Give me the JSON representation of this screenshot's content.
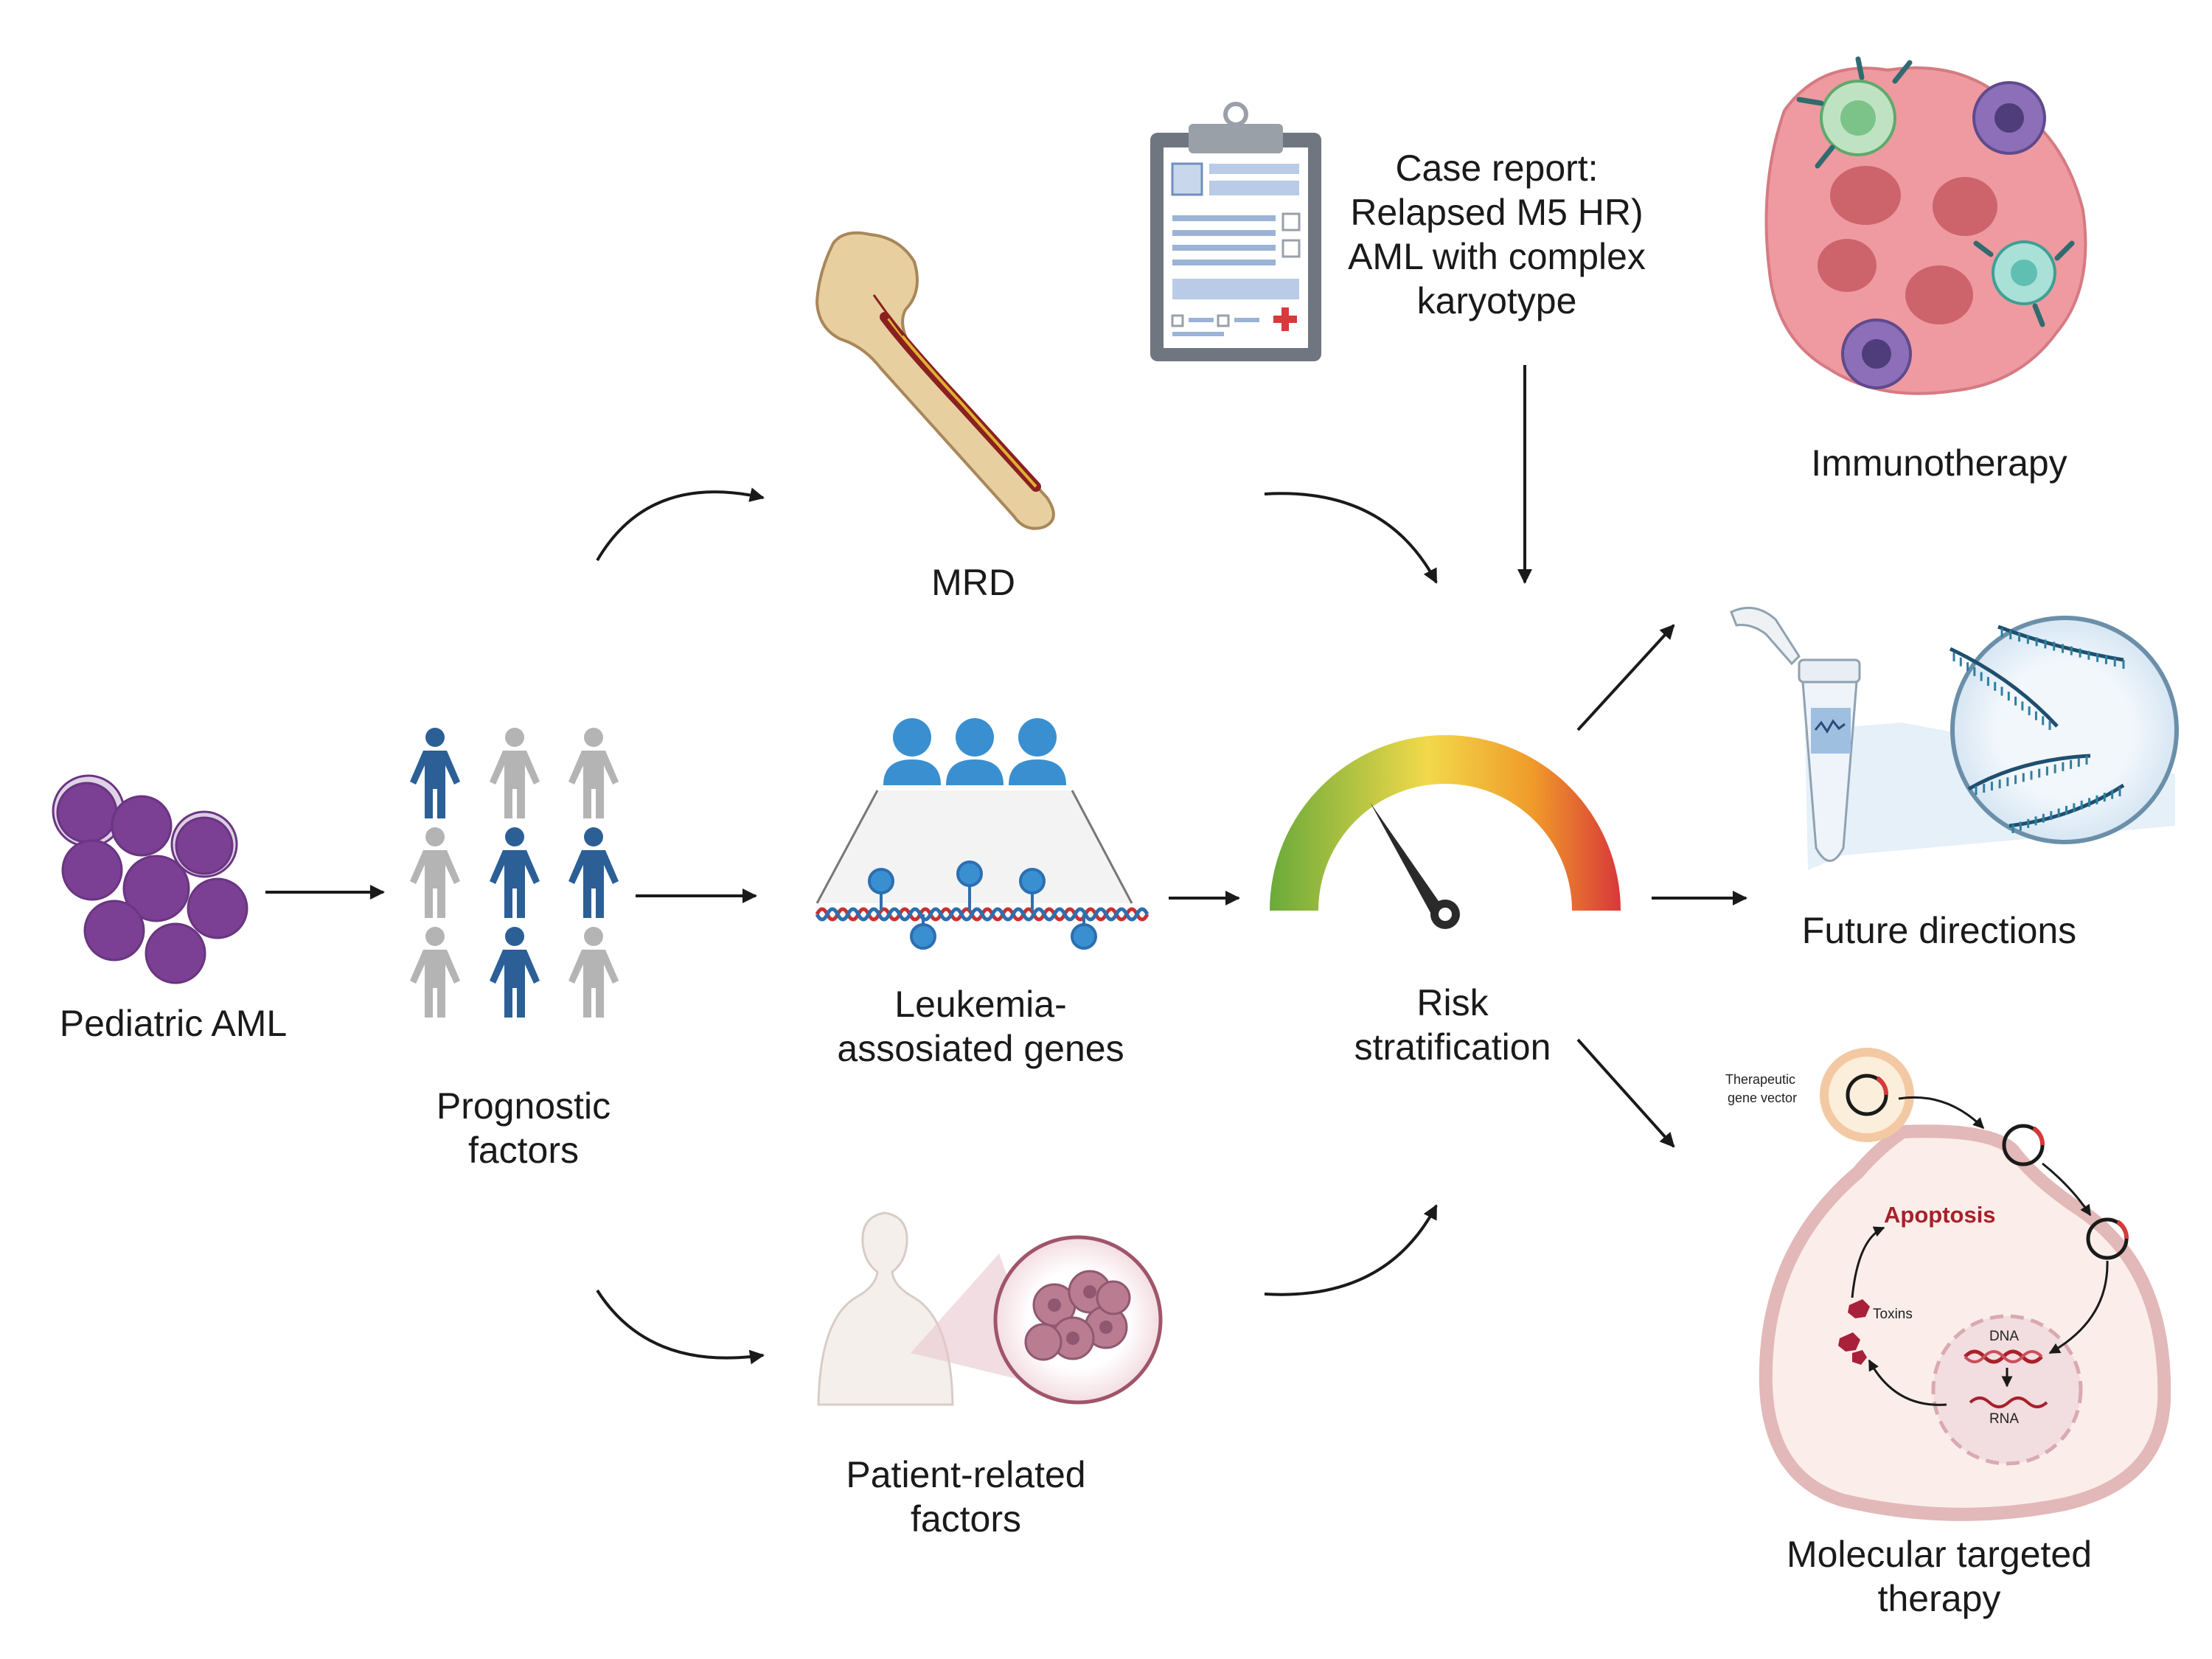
{
  "nodes": {
    "pediatric_aml": {
      "lines": [
        "Pediatric AML"
      ]
    },
    "prognostic": {
      "lines": [
        "Prognostic",
        "factors"
      ]
    },
    "mrd": {
      "lines": [
        "MRD"
      ]
    },
    "genes": {
      "lines": [
        "Leukemia-",
        "assosiated genes"
      ]
    },
    "patient": {
      "lines": [
        "Patient-related",
        "factors"
      ]
    },
    "case_report": {
      "lines": [
        "Case report:",
        "Relapsed M5 HR)",
        "AML with complex",
        "karyotype"
      ]
    },
    "risk": {
      "lines": [
        "Risk",
        "stratification"
      ]
    },
    "immuno": {
      "lines": [
        "Immunotherapy"
      ]
    },
    "future": {
      "lines": [
        "Future directions"
      ]
    },
    "molecular": {
      "lines": [
        "Molecular targeted",
        "therapy"
      ]
    }
  },
  "molecular_panel": {
    "vector_label": [
      "Therapeutic",
      "gene vector"
    ],
    "apoptosis": "Apoptosis",
    "toxins": "Toxins",
    "dna": "DNA",
    "rna": "RNA"
  },
  "colors": {
    "aml_cell": "#7b3f93",
    "person_blue": "#2c5f96",
    "person_gray": "#b4b4b4",
    "gene_blue": "#3a8fd0",
    "gauge_green": "#6aaa3a",
    "gauge_yellow": "#f2d94a",
    "gauge_orange": "#f09a2a",
    "gauge_red": "#d8383a",
    "tumor_pink": "#e98a8f",
    "apoptosis_red": "#a8202a"
  }
}
